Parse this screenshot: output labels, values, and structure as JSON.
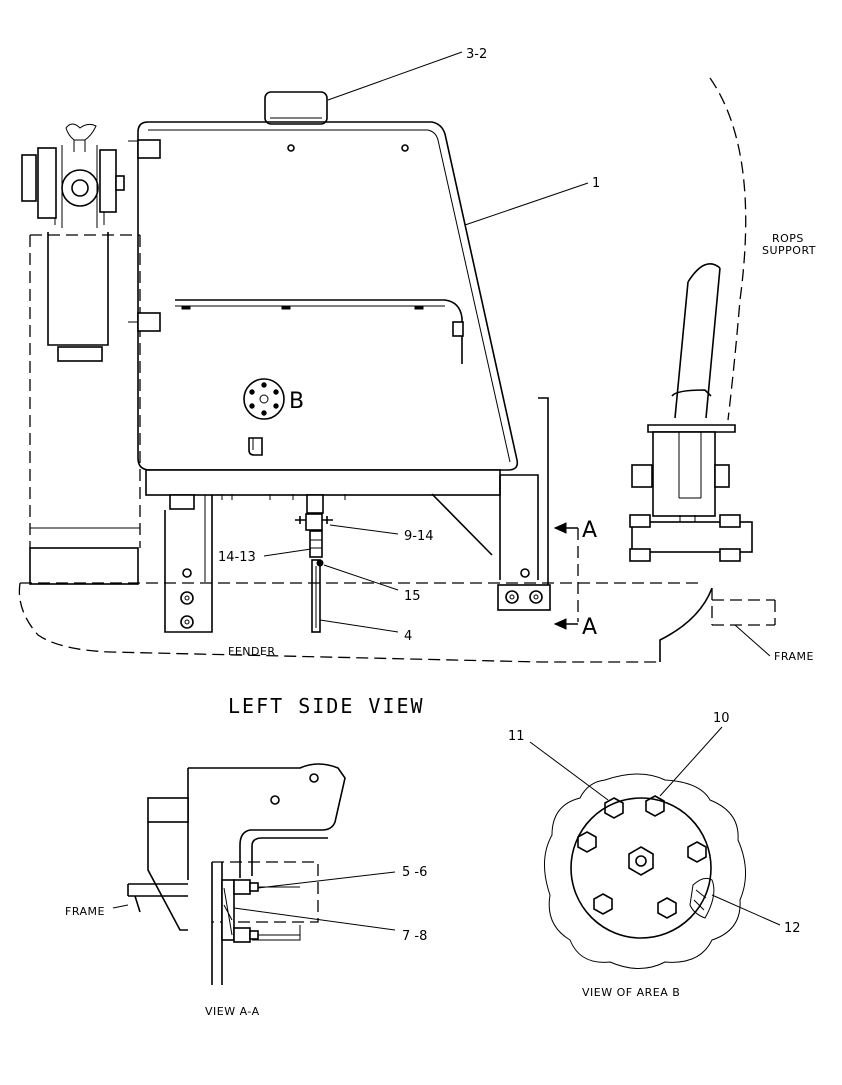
{
  "views": {
    "left_side_view": {
      "title": "LEFT SIDE VIEW",
      "area_marker": "B",
      "section_marker_top": "A",
      "section_marker_bottom": "A",
      "text_labels": {
        "rops_line1": "ROPS",
        "rops_line2": "SUPPORT",
        "fender": "FENDER",
        "frame": "FRAME"
      },
      "callouts": {
        "c_3_2": "3-2",
        "c_1": "1",
        "c_9_14": "9-14",
        "c_14_13": "14-13",
        "c_15": "15",
        "c_4": "4"
      }
    },
    "view_a_a": {
      "title": "VIEW A-A",
      "text_labels": {
        "frame": "FRAME"
      },
      "callouts": {
        "c_5_6": "5 -6",
        "c_7_8": "7 -8"
      }
    },
    "view_area_b": {
      "title": "VIEW OF AREA B",
      "callouts": {
        "c_10": "10",
        "c_11": "11",
        "c_12": "12"
      }
    }
  }
}
